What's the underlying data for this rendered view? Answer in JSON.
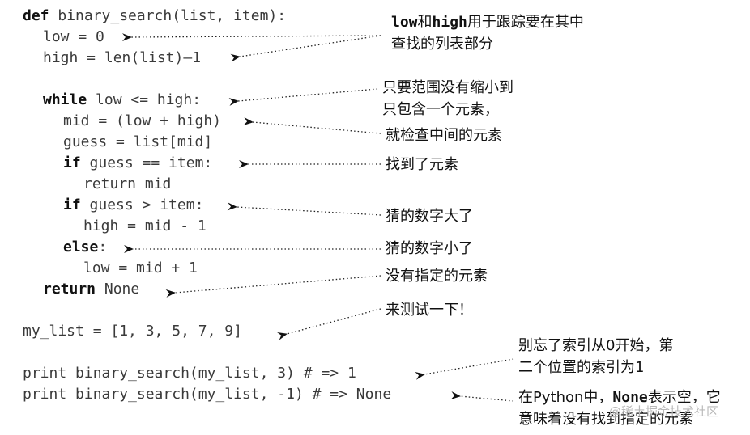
{
  "code": {
    "l1_kw": "def",
    "l1_rest": " binary_search(list, item):",
    "l2": "low = 0",
    "l3": "high = len(list)—1",
    "l4_kw": "while",
    "l4_rest": " low <= high:",
    "l5": "mid = (low + high)",
    "l6": "guess = list[mid]",
    "l7_kw": "if",
    "l7_rest": " guess == item:",
    "l8": "return mid",
    "l9_kw": "if",
    "l9_rest": " guess > item:",
    "l10": "high = mid - 1",
    "l11_kw": "else",
    "l11_rest": ":",
    "l12": "low = mid + 1",
    "l13_kw": "return",
    "l13_rest": " None",
    "l14": "my_list = [1, 3, 5, 7, 9]",
    "l15": "print binary_search(my_list, 3) # => 1",
    "l16": "print binary_search(my_list, -1) # => None"
  },
  "notes": {
    "n1_a_mono1": "low",
    "n1_a_mid": "和",
    "n1_a_mono2": "high",
    "n1_a_end": "用于跟踪要在其中",
    "n1_b": "查找的列表部分",
    "n2_a": "只要范围没有缩小到",
    "n2_b": "只包含一个元素，",
    "n3": "就检查中间的元素",
    "n4": "找到了元素",
    "n5": "猜的数字大了",
    "n6": "猜的数字小了",
    "n7": "没有指定的元素",
    "n8": "来测试一下！",
    "n9_a": "别忘了索引从0开始，第",
    "n9_b": "二个位置的索引为1",
    "n10_a_start": "在Python中，",
    "n10_a_mono": "None",
    "n10_a_end": "表示空，它",
    "n10_b": "意味着没有找到指定的元素"
  },
  "watermark": "@稀土掘金技术社区"
}
